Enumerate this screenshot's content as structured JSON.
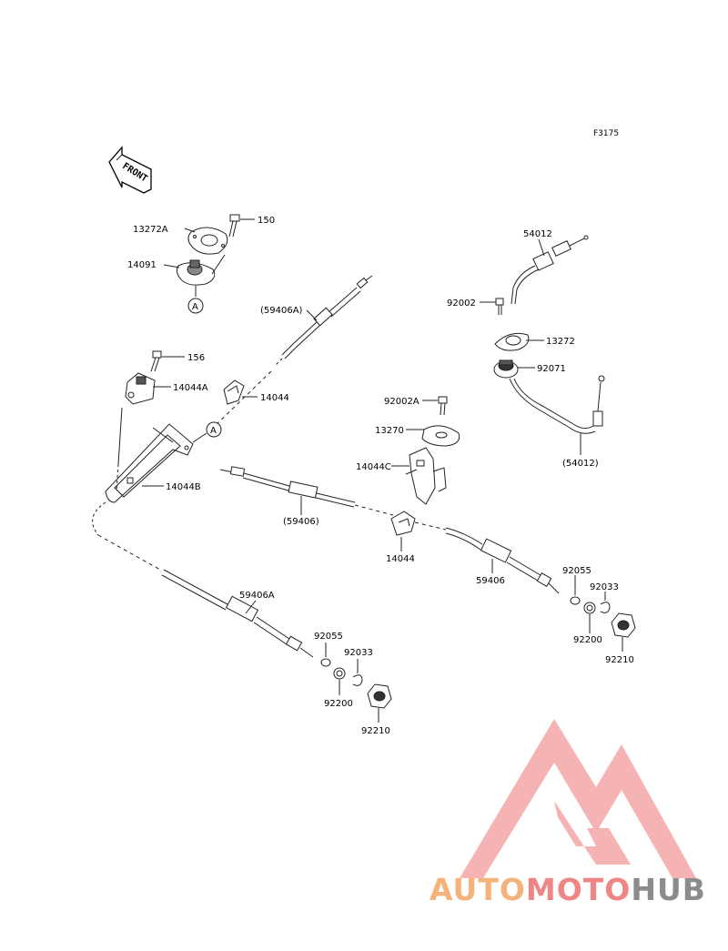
{
  "diagram_code": "F3175",
  "front_label": "FRONT",
  "ref_marker": "A",
  "parts": [
    {
      "id": "13272A",
      "label": "13272A"
    },
    {
      "id": "150",
      "label": "150"
    },
    {
      "id": "14091",
      "label": "14091"
    },
    {
      "id": "59406A_top",
      "label": "(59406A)"
    },
    {
      "id": "156",
      "label": "156"
    },
    {
      "id": "14044A",
      "label": "14044A"
    },
    {
      "id": "14044_upper",
      "label": "14044"
    },
    {
      "id": "14044B",
      "label": "14044B"
    },
    {
      "id": "59406_paren",
      "label": "(59406)"
    },
    {
      "id": "54012",
      "label": "54012"
    },
    {
      "id": "92002",
      "label": "92002"
    },
    {
      "id": "13272",
      "label": "13272"
    },
    {
      "id": "92071",
      "label": "92071"
    },
    {
      "id": "54012_paren",
      "label": "(54012)"
    },
    {
      "id": "92002A",
      "label": "92002A"
    },
    {
      "id": "13270",
      "label": "13270"
    },
    {
      "id": "14044C",
      "label": "14044C"
    },
    {
      "id": "14044_lower",
      "label": "14044"
    },
    {
      "id": "59406",
      "label": "59406"
    },
    {
      "id": "92055_r",
      "label": "92055"
    },
    {
      "id": "92033_r",
      "label": "92033"
    },
    {
      "id": "92200_r",
      "label": "92200"
    },
    {
      "id": "92210_r",
      "label": "92210"
    },
    {
      "id": "59406A",
      "label": "59406A"
    },
    {
      "id": "92055_l",
      "label": "92055"
    },
    {
      "id": "92033_l",
      "label": "92033"
    },
    {
      "id": "92200_l",
      "label": "92200"
    },
    {
      "id": "92210_l",
      "label": "92210"
    }
  ],
  "watermark": {
    "parts": [
      "AUTO",
      "MOTO",
      "HUB"
    ],
    "colors": {
      "auto": "#f5b27a",
      "moto": "#f08585",
      "hub": "#8c8c8c",
      "logo": "#f39a9a"
    }
  }
}
